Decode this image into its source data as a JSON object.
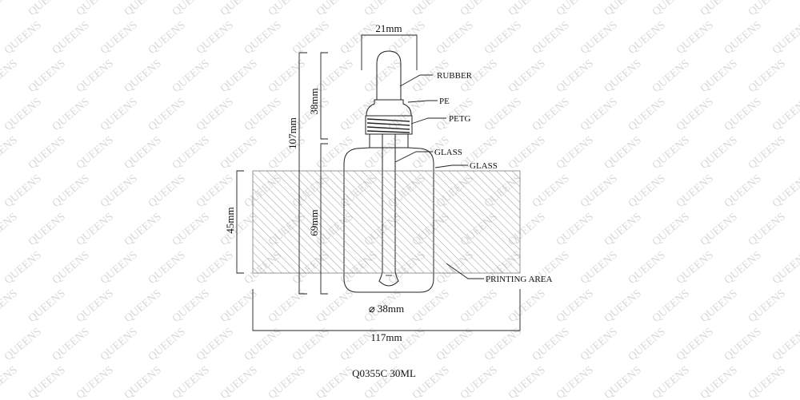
{
  "watermark": "QUEENS",
  "dimensions": {
    "top_width": "21mm",
    "top_height": "38mm",
    "total_height": "107mm",
    "body_height": "69mm",
    "print_height": "45mm",
    "diameter": "⌀ 38mm",
    "print_width": "117mm"
  },
  "parts": {
    "rubber": "RUBBER",
    "pe": "PE",
    "petg": "PETG",
    "glass_pipette": "GLASS",
    "glass_bottle": "GLASS",
    "printing_area": "PRINTING AREA"
  },
  "model": "Q0355C 30ML",
  "colors": {
    "line": "#222222",
    "hatch": "#9a9a9a",
    "watermark": "#d8d8d8"
  }
}
